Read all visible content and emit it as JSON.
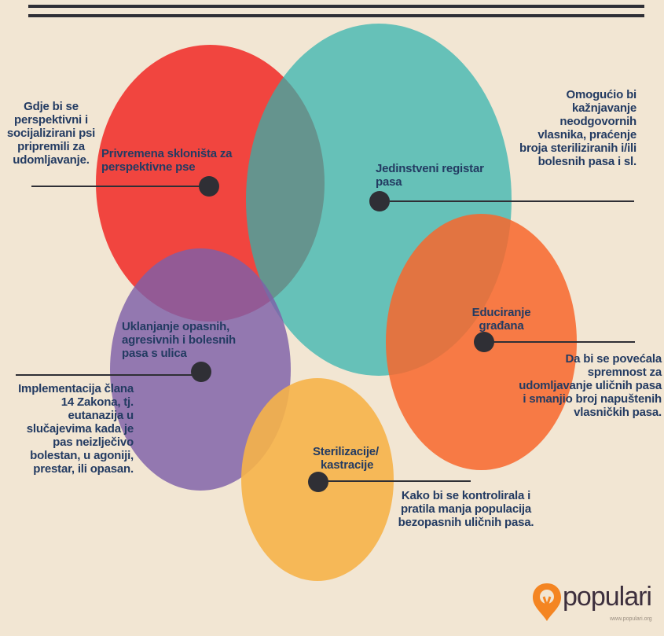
{
  "colors": {
    "background": "#f2e6d3",
    "red": "#f13f3a",
    "teal": "#2fb3ad",
    "orange": "#f77538",
    "purple": "#8a6aa9",
    "yellow": "#f6b249",
    "text": "#233b62",
    "ink": "#2f2f35",
    "logo_orange": "#f48522"
  },
  "circles": {
    "shelters": {
      "title": "Privremena skloništa za perspektivne pse",
      "note": "Gdje bi se perspektivni i socijalizirani psi pripremili za udomljavanje."
    },
    "registry": {
      "title": "Jedinstveni registar pasa",
      "note": "Omogućio bi kažnjavanje neodgovornih vlasnika, praćenje broja steriliziranih i/ili bolesnih pasa i sl."
    },
    "education": {
      "title_line1": "Educiranje",
      "title_line2": "građana",
      "note": "Da bi se povećala spremnost za udomljavanje uličnih pasa i smanjio broj napuštenih vlasničkih pasa."
    },
    "removal": {
      "title": "Uklanjanje opasnih, agresivnih i bolesnih pasa s ulica",
      "note": "Implementacija člana 14 Zakona, tj. eutanazija u slučajevima kada je pas neizlječivo bolestan, u agoniji, prestar, ili opasan."
    },
    "sterilization": {
      "title_line1": "Sterilizacije/",
      "title_line2": "kastracije",
      "note": "Kako bi se kontrolirala i pratila manja populacija bezopasnih uličnih pasa."
    }
  },
  "logo": {
    "word": "populari",
    "url": "www.populari.org",
    "icon": "populari-logo-icon"
  }
}
